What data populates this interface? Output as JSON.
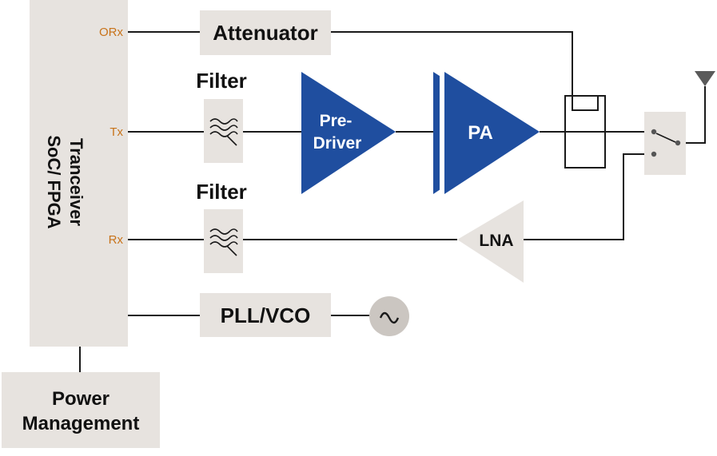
{
  "colors": {
    "block_fill": "#e7e3df",
    "amplifier_blue": "#1f4e9f",
    "port_label": "#c8731a",
    "wire": "#1a1a1a",
    "oscillator": "#cbc6c1"
  },
  "transceiver": {
    "line1": "Tranceiver",
    "line2": "SoC/ FPGA",
    "ports": {
      "orx": "ORx",
      "tx": "Tx",
      "rx": "Rx"
    }
  },
  "blocks": {
    "attenuator": "Attenuator",
    "filter_tx_label": "Filter",
    "filter_rx_label": "Filter",
    "pre_driver_line1": "Pre-",
    "pre_driver_line2": "Driver",
    "pa": "PA",
    "lna": "LNA",
    "pll_vco": "PLL/VCO"
  },
  "power": {
    "line1": "Power",
    "line2": "Management"
  },
  "icons": {
    "filter": "filter-wave-icon",
    "oscillator": "sine-wave-icon",
    "antenna": "antenna-icon",
    "switch": "rf-switch-icon",
    "coupler": "directional-coupler-icon"
  }
}
